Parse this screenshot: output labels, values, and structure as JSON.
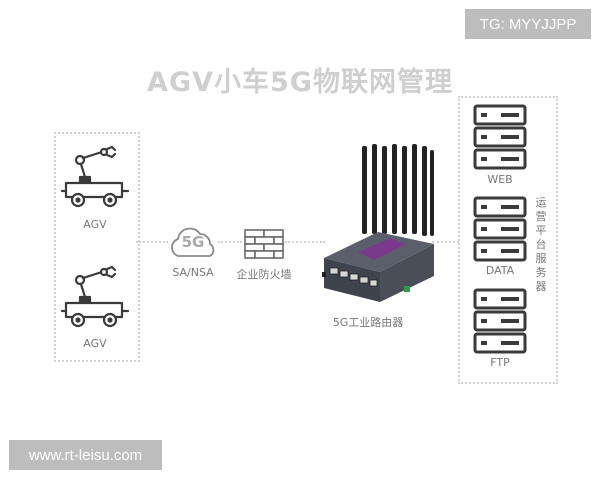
{
  "watermarks": {
    "top": "TG: MYYJJPP",
    "bottom": "www.rt-leisu.com"
  },
  "title": "AGV小车5G物联网管理",
  "left_group": {
    "vehicles": [
      {
        "label": "AGV"
      },
      {
        "label": "AGV"
      }
    ]
  },
  "network": {
    "cloud_text": "5G",
    "cloud_label": "SA/NSA",
    "firewall_label": "企业防火墙"
  },
  "router": {
    "label": "5G工业路由器"
  },
  "right_group": {
    "servers": [
      {
        "label": "WEB"
      },
      {
        "label": "DATA"
      },
      {
        "label": "FTP"
      }
    ],
    "side_label": "运营平台服务器"
  },
  "colors": {
    "line": "#d2d2d2",
    "icon": "#3a3a3a",
    "router_body": "#4a4e58",
    "router_accent": "#7a3a8c"
  }
}
